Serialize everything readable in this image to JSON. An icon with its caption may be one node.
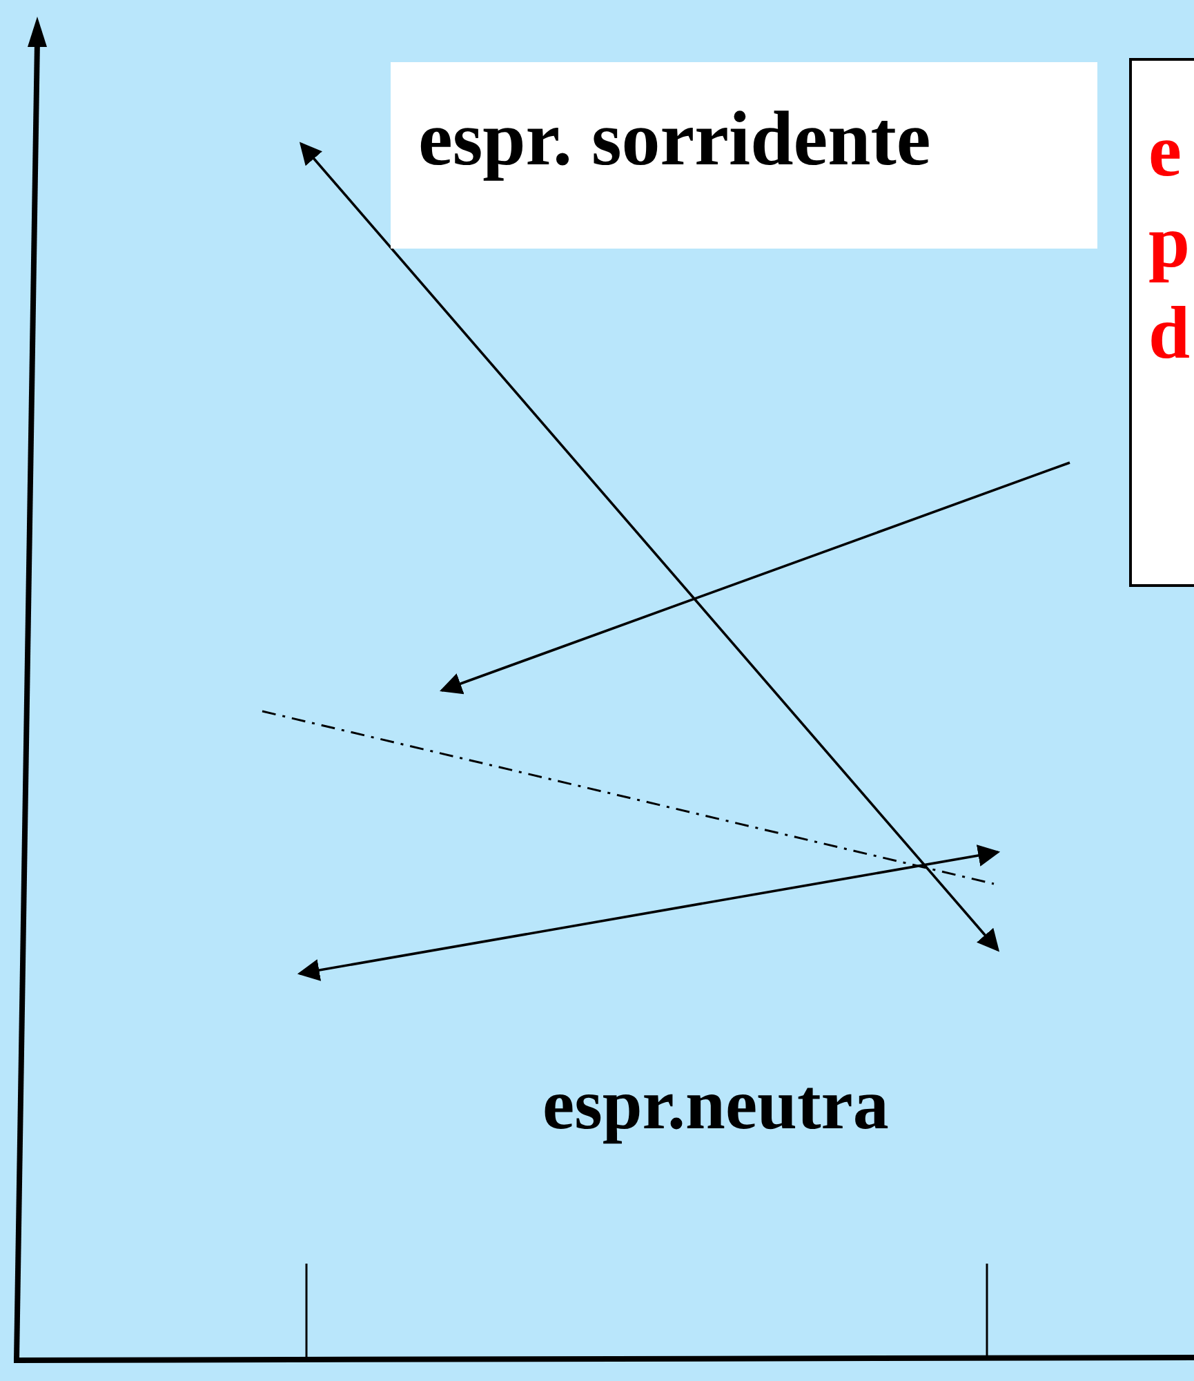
{
  "diagram": {
    "nodes": [
      {
        "text": [
          "espr. sorridente"
        ]
      },
      {
        "text": [
          "e p d"
        ]
      }
    ],
    "labels": [
      "espr.neutra"
    ]
  }
}
